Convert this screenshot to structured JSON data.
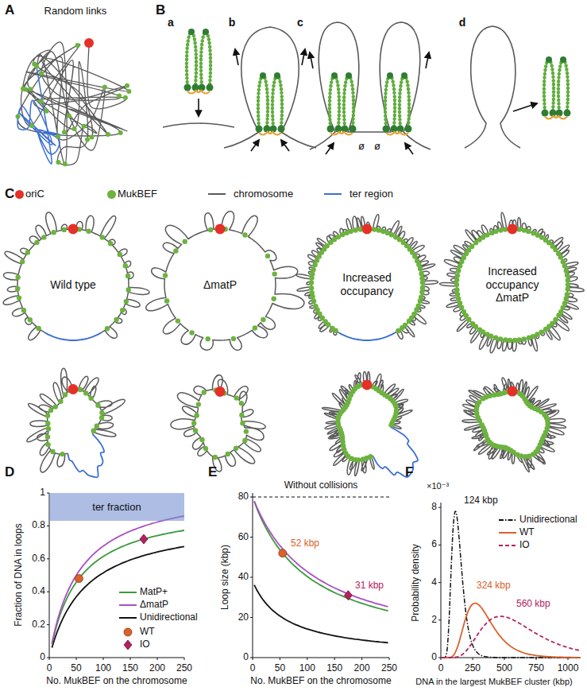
{
  "diagram": {
    "nodes": [
      {
        "text": [
          "Wild type"
        ]
      },
      {
        "text": [
          "ΔmatP"
        ]
      },
      {
        "text": [
          "Increased occupancy"
        ]
      },
      {
        "text": [
          "Increased occupancy ΔmatP"
        ]
      },
      {
        "text": [
          "ter fraction"
        ]
      }
    ],
    "labels": [
      "A",
      "Random links",
      "B",
      "a",
      "b",
      "c",
      "d",
      "ø",
      "ø",
      "C",
      "D",
      "E",
      "F",
      "0",
      "0.2",
      "0.4",
      "0.6",
      "0.8",
      "1",
      "0",
      "50",
      "100",
      "150",
      "200",
      "250",
      "No. MukBEF on the chromosome",
      "Fraction of DNA in loops",
      "0",
      "20",
      "40",
      "60",
      "80",
      "0",
      "50",
      "100",
      "150",
      "200",
      "250",
      "No. MukBEF on the chromosome",
      "Loop size (kbp)",
      "Without collisions",
      "52 kbp",
      "31 kbp",
      "×10⁻³",
      "0",
      "2",
      "4",
      "6",
      "8",
      "0",
      "250",
      "500",
      "750",
      "1000",
      "DNA in the largest MukBEF cluster (kbp)",
      "Probability density",
      "124 kbp",
      "324 kbp",
      "560 kbp"
    ],
    "legend": [
      {
        "text": "oriC",
        "color": "#e53027"
      },
      {
        "text": "MukBEF",
        "color": "#6cb33e"
      },
      {
        "text": "chromosome"
      },
      {
        "text": "ter region"
      },
      {
        "text": "MatP+"
      },
      {
        "text": "ΔmatP"
      },
      {
        "text": "Unidirectional"
      },
      {
        "text": "WT"
      },
      {
        "text": "IO"
      },
      {
        "text": "Unidirectional"
      },
      {
        "text": "WT"
      },
      {
        "text": "IO"
      }
    ]
  }
}
